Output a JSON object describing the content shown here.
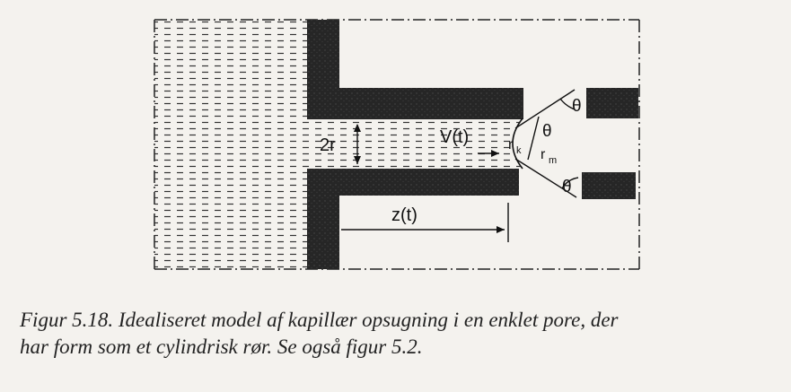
{
  "figure": {
    "labels": {
      "two_r": "2r",
      "volume": "V(t)",
      "r_k": "r",
      "r_k_sub": "k",
      "r_m": "r",
      "r_m_sub": "m",
      "theta": "θ",
      "z": "z(t)"
    }
  },
  "caption": {
    "line1": "Figur 5.18.  Idealiseret model af kapillær opsugning i en enklet pore, der",
    "line2": "har form som et cylindrisk rør. Se også figur 5.2."
  }
}
